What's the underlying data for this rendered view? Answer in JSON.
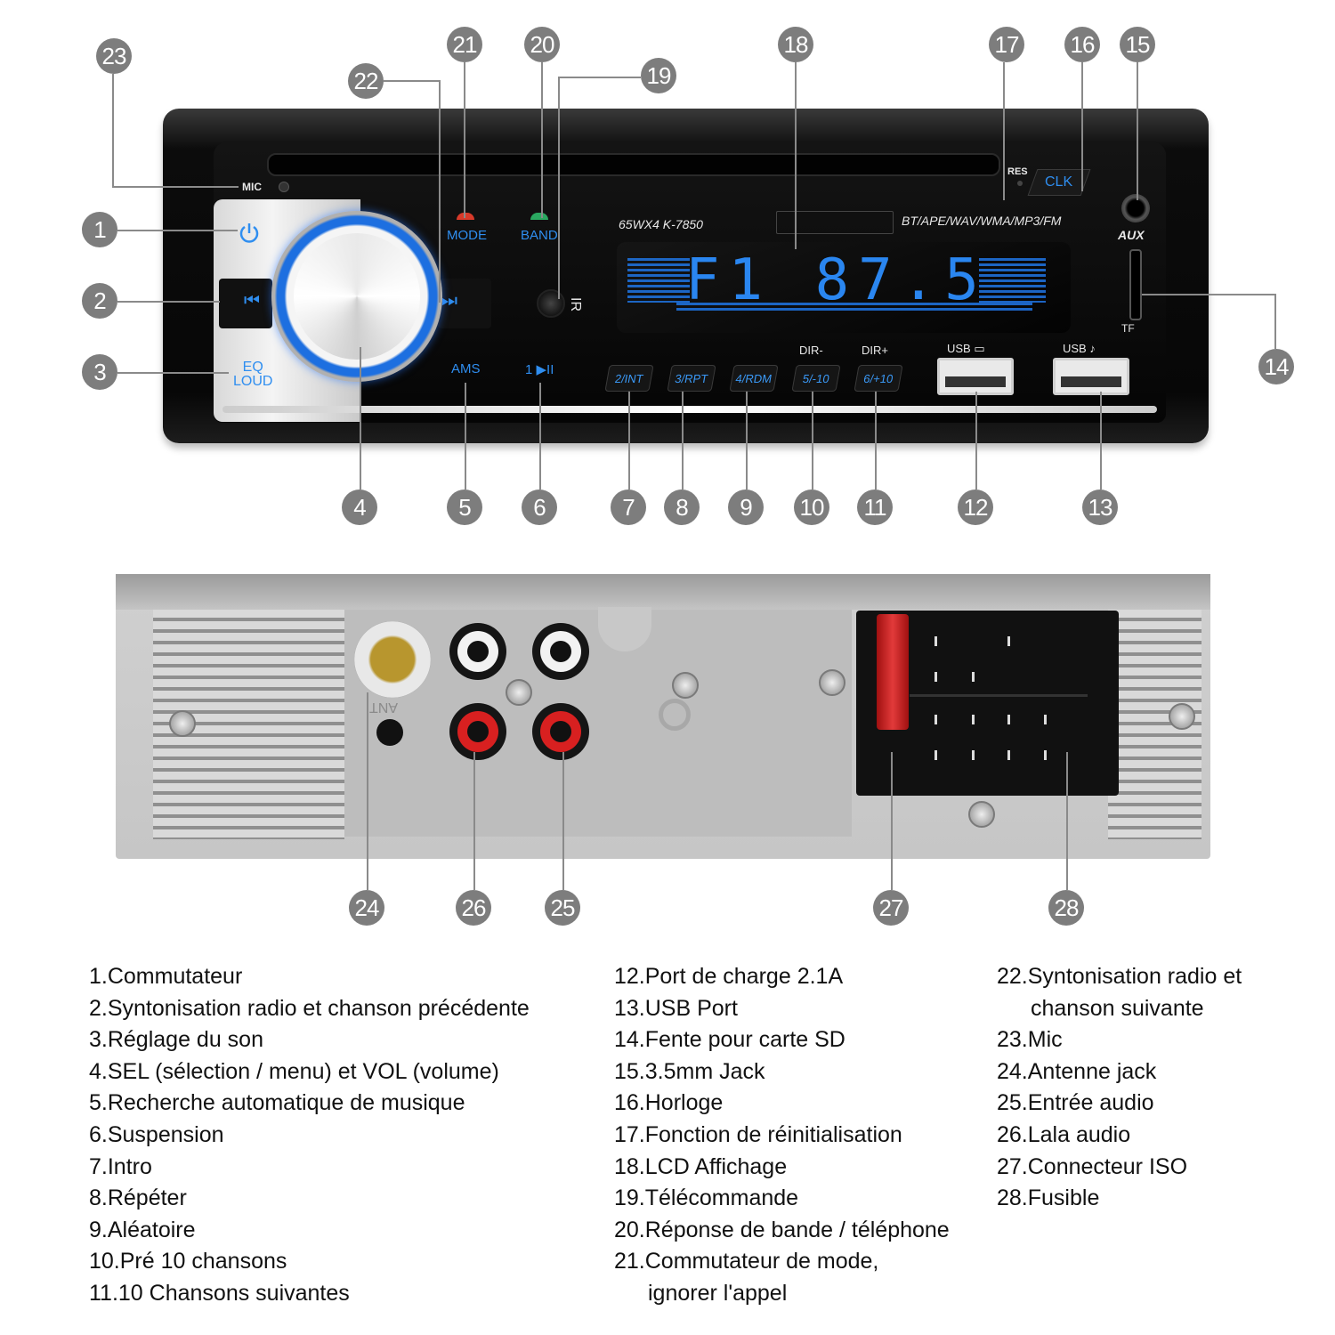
{
  "front_panel": {
    "mic_label": "MIC",
    "power_icon": "power-icon",
    "prev_icon": "skip-previous-icon",
    "next_icon": "skip-next-icon",
    "eq_label_1": "EQ",
    "eq_label_2": "LOUD",
    "mode_label": "MODE",
    "band_label": "BAND",
    "ir_label": "IR",
    "ams_label": "AMS",
    "play_label": "1 ▶II",
    "model_label": "65WX4  K-7850",
    "formats_label": "BT/APE/WAV/WMA/MP3/FM",
    "lcd_text": "F1  87.5",
    "res_label": "RES",
    "clk_label": "CLK",
    "aux_label": "AUX",
    "tf_label": "TF",
    "preset_buttons": [
      "2/INT",
      "3/RPT",
      "4/RDM",
      "5/-10",
      "6/+10"
    ],
    "dir_minus": "DIR-",
    "dir_plus": "DIR+",
    "usb_charge_label": "USB",
    "usb_music_label": "USB",
    "battery_icon": "battery-charge-icon",
    "music_icon": "music-note-icon",
    "accent_color": "#2f8ef0"
  },
  "rear_panel": {
    "ant_label": "ANT"
  },
  "callouts": [
    "1",
    "2",
    "3",
    "4",
    "5",
    "6",
    "7",
    "8",
    "9",
    "10",
    "11",
    "12",
    "13",
    "14",
    "15",
    "16",
    "17",
    "18",
    "19",
    "20",
    "21",
    "22",
    "23",
    "24",
    "25",
    "26",
    "27",
    "28"
  ],
  "legend": {
    "col1": [
      "1.Commutateur",
      "2.Syntonisation radio et chanson précédente",
      "3.Réglage du son",
      "4.SEL (sélection / menu) et VOL (volume)",
      "5.Recherche automatique de musique",
      "6.Suspension",
      "7.Intro",
      "8.Répéter",
      "9.Aléatoire",
      "10.Pré 10 chansons",
      "11.10 Chansons suivantes"
    ],
    "col2": [
      "12.Port de charge 2.1A",
      "13.USB Port",
      "14.Fente pour carte SD",
      "15.3.5mm Jack",
      "16.Horloge",
      "17.Fonction de réinitialisation",
      "18.LCD Affichage",
      "19.Télécommande",
      "20.Réponse de bande / téléphone",
      "21.Commutateur de mode,",
      "ignorer l'appel"
    ],
    "col3": [
      "22.Syntonisation radio et",
      "chanson suivante",
      "23.Mic",
      "24.Antenne jack",
      "25.Entrée audio",
      "26.Lala audio",
      "27.Connecteur ISO",
      "28.Fusible"
    ]
  },
  "colors": {
    "callout_bubble": "#7d7d7d",
    "leader_line": "#8a8a8a",
    "lcd_blue": "#2a86f0",
    "phone_red": "#d83a2a",
    "phone_green": "#2aa860",
    "fuse_red": "#e23a3a"
  }
}
